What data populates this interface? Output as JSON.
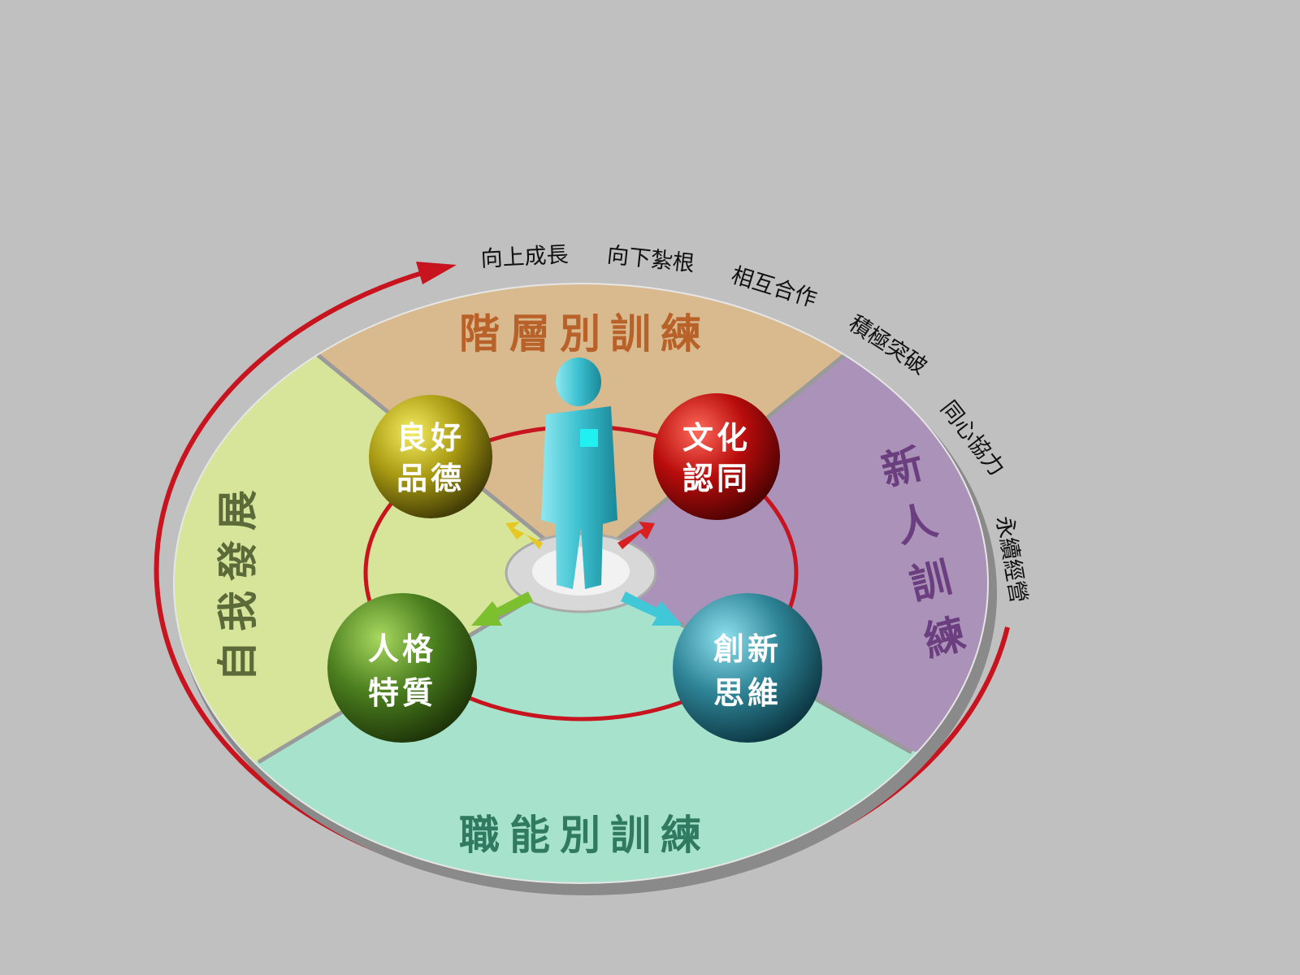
{
  "arc_labels": [
    "向上成長",
    "向下紮根",
    "相互合作",
    "積極突破",
    "同心協力",
    "永續經營"
  ],
  "quadrants": {
    "top": {
      "label": "階層別訓練",
      "color": "#d9b98e",
      "text_color": "#b8622a"
    },
    "right": {
      "label": "新人訓練",
      "color": "#ab92b8",
      "text_color": "#6b3f7f"
    },
    "bottom": {
      "label": "職能別訓練",
      "color": "#a7e2cc",
      "text_color": "#2f7a60"
    },
    "left": {
      "label": "自我發展",
      "color": "#d6e59a",
      "text_color": "#5c6a3a"
    }
  },
  "spheres": [
    {
      "line1": "良好",
      "line2": "品德",
      "color": "#b8a818"
    },
    {
      "line1": "文化",
      "line2": "認同",
      "color": "#c01010"
    },
    {
      "line1": "人格",
      "line2": "特質",
      "color": "#4f8a22"
    },
    {
      "line1": "創新",
      "line2": "思維",
      "color": "#2f8ea0"
    }
  ],
  "accent_arrow_color": "#c8141e"
}
